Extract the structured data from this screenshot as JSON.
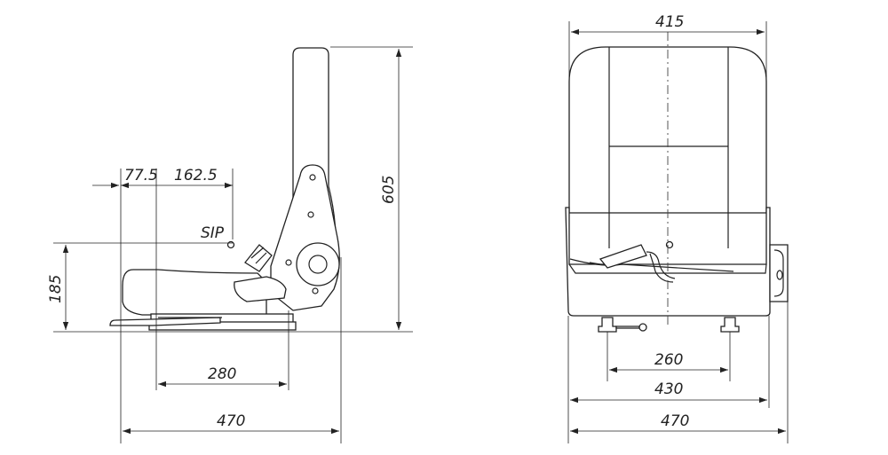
{
  "side_view": {
    "dim_offset_front": "77.5",
    "dim_offset_sip": "162.5",
    "sip_label": "SIP",
    "dim_height_sip": "185",
    "dim_total_height": "605",
    "dim_rail_length": "280",
    "dim_total_depth": "470"
  },
  "front_view": {
    "dim_backrest_width": "415",
    "dim_mount_spacing": "260",
    "dim_base_width": "430",
    "dim_total_width": "470"
  }
}
